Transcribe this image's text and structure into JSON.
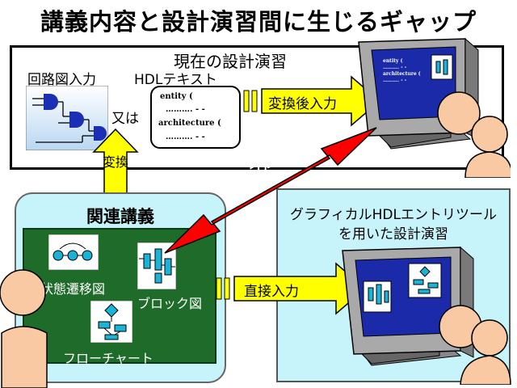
{
  "title": "講義内容と設計演習間に生じるギャップ",
  "top_section": {
    "title": "現在の設計演習",
    "circuit_label": "回路図入力",
    "hdl_label": "HDLテキスト",
    "or_label": "又は",
    "code_lines": [
      "entity (",
      "………. - -",
      "architecture (",
      "………. - -"
    ],
    "arrow_label": "変換後入力"
  },
  "convert_label": "変換",
  "gap_label": "ギャップが生じる",
  "lecture": {
    "title": "関連講義",
    "state_diagram": "状態遷移図",
    "block_diagram": "ブロック図",
    "flowchart": "フローチャート"
  },
  "direct_input_label": "直接入力",
  "gui_section": {
    "title_line1": "グラフィカルHDLエントリツール",
    "title_line2": "を用いた設計演習"
  },
  "monitor_code": [
    "entity (",
    "………. - -",
    "architecture (",
    "………. - -"
  ],
  "colors": {
    "yellow": "#ffff00",
    "red": "#ff0000",
    "cyan": "#c7f3fb",
    "board_green": "#1e6b2a",
    "skin": "#f9c9a4",
    "screen_blue": "#1a2aa8"
  }
}
